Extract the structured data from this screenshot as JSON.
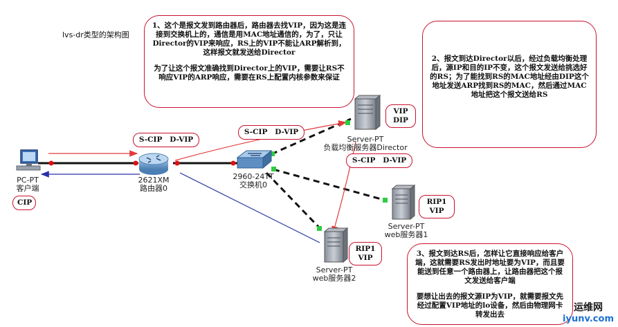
{
  "title": "lvs-dr类型的架构图",
  "notes": {
    "note1": [
      "1、这个是报文发到路由器后，路由器去找VIP，因为这是连接到交换机上的，通信是用MAC地址通信的，为了，只让Director的VIP来响应，RS上的VIP不能让ARP解析到，这样报文就发送给Director",
      "为了让这个报文准确找到Director上的VIP，需要让RS不响应VIP的ARP响应，需要在RS上配置内核参数来保证"
    ],
    "note2": [
      "2、报文到达Director以后，经过负载均衡处理后，源IP和目的IP不变，这个报文发送给挑选好的RS；为了能找到RS的MAC地址经由DIP这个地址发送ARP找到RS的MAC，然后通过MAC地址把这个报文送给RS"
    ],
    "note3": [
      "3、报文到达RS后，怎样让它直接响应给客户端，这就需要RS发出时地址要为VIP，而且要能送到任意一个路由器上，让路由器把这个报文发送给客户端",
      "要想让出去的报文源IP为VIP，就需要报文先经过配置VIP地址的lo设备，然后由物理网卡转发出去"
    ]
  },
  "tags": {
    "cip": "CIP",
    "packet1": "S-CIP   D-VIP",
    "packet2": "S-CIP   D-VIP",
    "packet3": "S-CIP   D-VIP",
    "director_ips": "VIP\nDIP",
    "rs1_ips": "RIP1\nVIP",
    "rs2_ips": "RIP1\nVIP"
  },
  "devices": {
    "pc": {
      "model": "PC-PT",
      "name": "客户端"
    },
    "router": {
      "model": "2621XM",
      "name": "路由器0"
    },
    "switch": {
      "model": "2960-24TT",
      "name": "交换机0"
    },
    "director": {
      "model": "Server-PT",
      "name": "负载均衡服务器Director"
    },
    "rs1": {
      "model": "Server-PT",
      "name": "web服务器1"
    },
    "rs2": {
      "model": "Server-PT",
      "name": "web服务器2"
    }
  },
  "watermark": {
    "line1": "运维网",
    "line2": "iyunv.com"
  },
  "colors": {
    "note_border": "#c8102e",
    "request_arrow": "#e23b3b",
    "response_arrow": "#2a2fa8",
    "link_dot_green": "#2ecc40",
    "link_dot_red": "#e01010"
  }
}
